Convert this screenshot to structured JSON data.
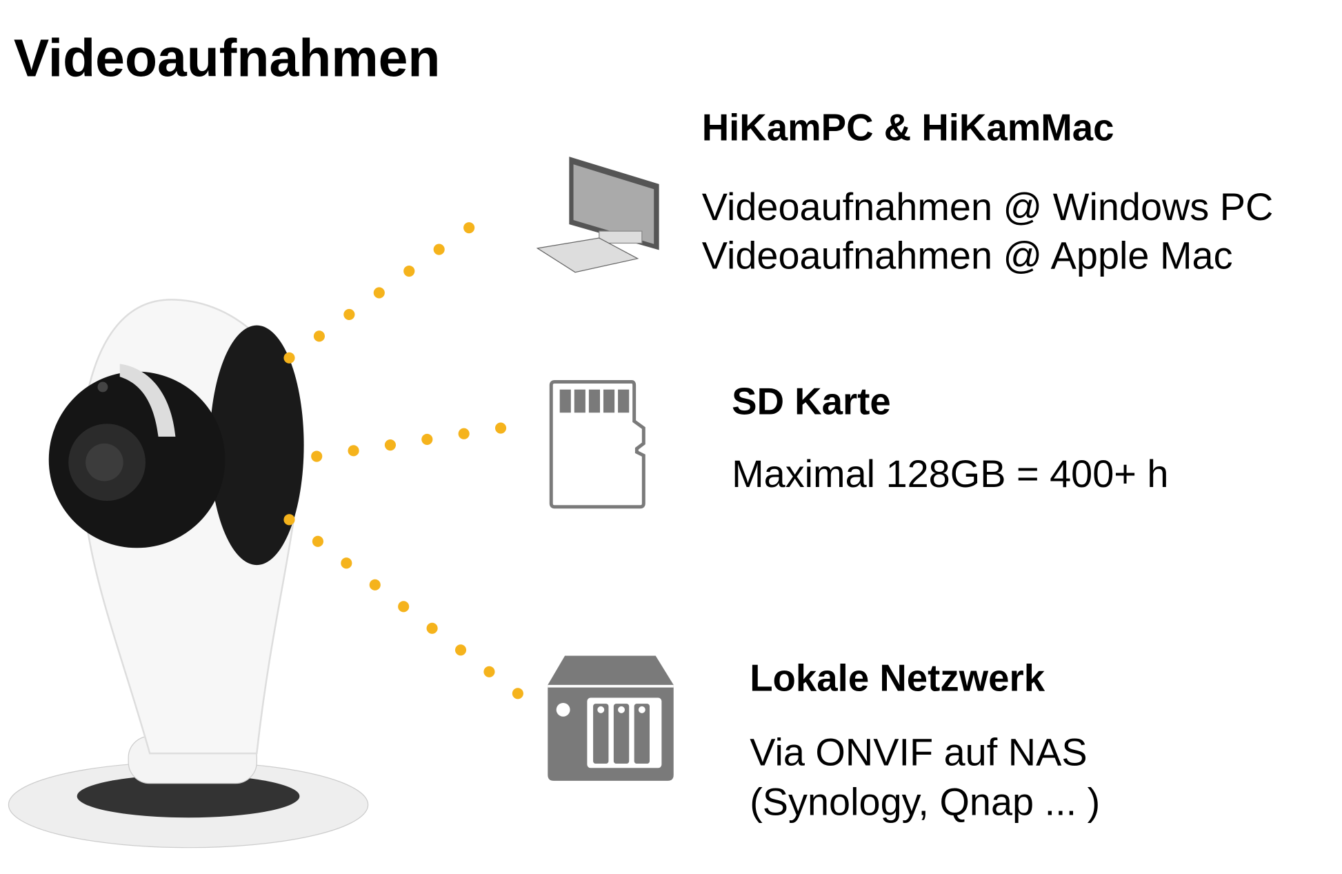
{
  "title": "Videoaufnahmen",
  "sections": [
    {
      "heading": "HiKamPC & HiKamMac",
      "lines": [
        "Videoaufnahmen @ Windows PC",
        "Videoaufnahmen @ Apple Mac"
      ],
      "icon": "desktop-computer-icon"
    },
    {
      "heading": "SD Karte",
      "lines": [
        "Maximal 128GB = 400+ h"
      ],
      "icon": "sd-card-icon"
    },
    {
      "heading": "Lokale Netzwerk",
      "lines": [
        "Via ONVIF auf NAS",
        "(Synology, Qnap ... )"
      ],
      "icon": "nas-icon"
    }
  ],
  "colors": {
    "dots": "#F5B31C",
    "icon_gray": "#7a7a7a"
  }
}
